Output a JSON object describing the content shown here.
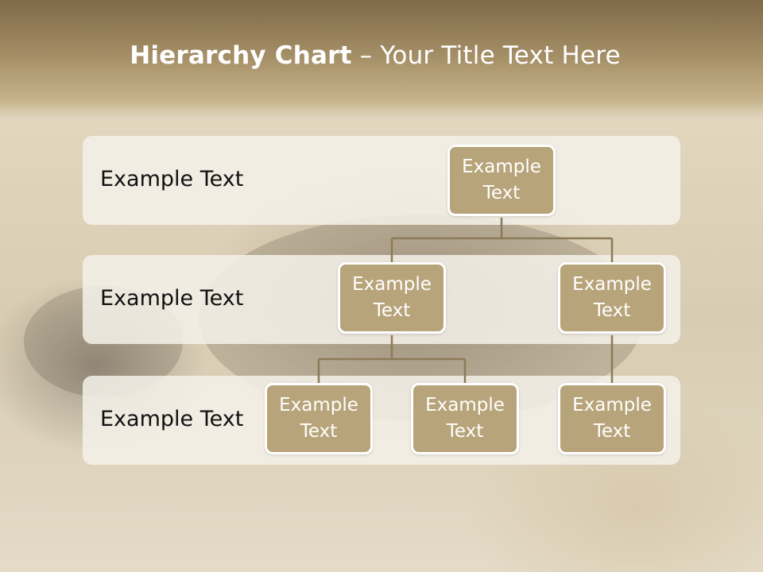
{
  "title": {
    "bold": "Hierarchy Chart",
    "rest": " – Your Title Text Here"
  },
  "levels": [
    {
      "label": "Example Text"
    },
    {
      "label": "Example Text"
    },
    {
      "label": "Example Text"
    }
  ],
  "nodes": {
    "root": "Example Text",
    "level2_left": "Example Text",
    "level2_right": "Example Text",
    "level3_a": "Example Text",
    "level3_b": "Example Text",
    "level3_c": "Example Text"
  },
  "colors": {
    "node_fill": "#b8a47a",
    "connector": "#8c7b58",
    "band": "#f5f1e9"
  }
}
